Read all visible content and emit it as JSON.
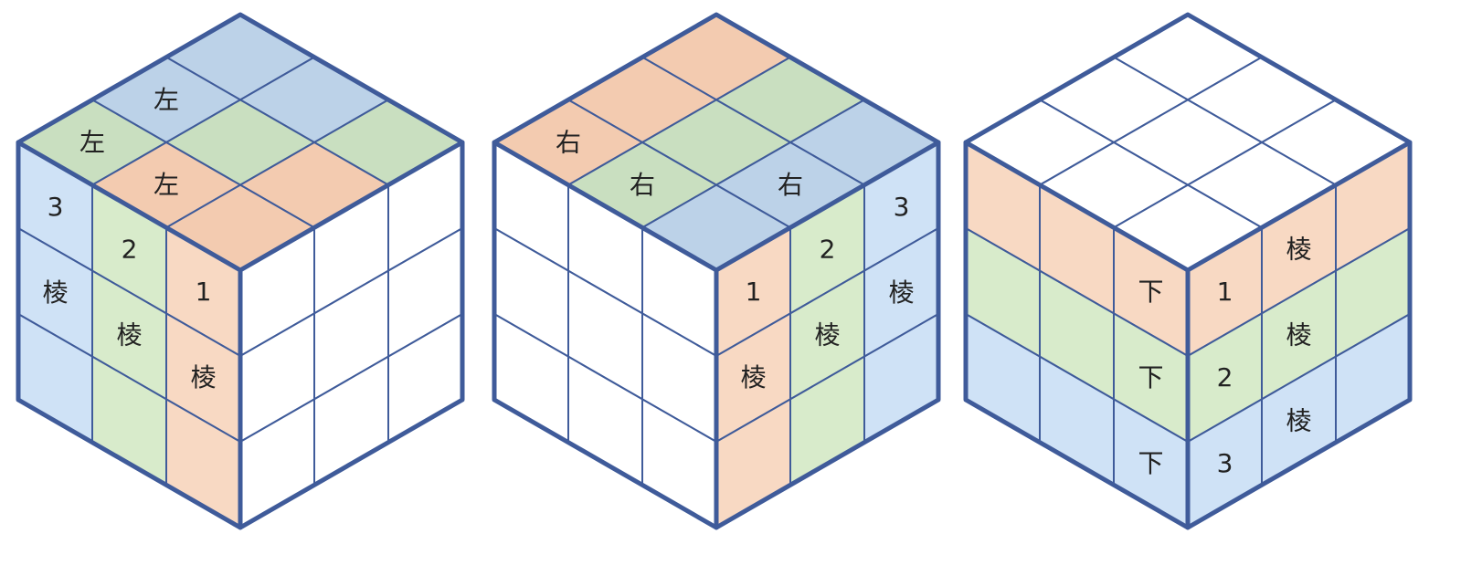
{
  "colors": {
    "stroke": "#3f5b9a",
    "blue_top": "#bcd2e8",
    "green_top": "#c9dfc0",
    "orange_top": "#f3cbb0",
    "blue_side": "#cfe2f6",
    "green_side": "#d8ebcb",
    "orange_side": "#f8d9c3",
    "white": "#ffffff",
    "text": "#222222"
  },
  "cubes": [
    {
      "name": "cube-left-edges",
      "top": {
        "fills": [
          [
            "blue",
            "blue",
            "green"
          ],
          [
            "blue",
            "green",
            "orange"
          ],
          [
            "green",
            "orange",
            "orange"
          ]
        ],
        "labels": [
          [
            "",
            "",
            ""
          ],
          [
            "左",
            "",
            ""
          ],
          [
            "左",
            "左",
            ""
          ]
        ],
        "label_cells": [
          [
            2,
            0
          ],
          [
            2,
            1
          ],
          [
            1,
            0
          ]
        ]
      },
      "left": {
        "fills": [
          [
            "blue",
            "green",
            "orange"
          ],
          [
            "blue",
            "green",
            "orange"
          ],
          [
            "blue",
            "green",
            "orange"
          ]
        ],
        "labels": [
          [
            "3",
            "2",
            "1"
          ],
          [
            "棱",
            "棱",
            "棱"
          ],
          [
            "",
            "",
            ""
          ]
        ]
      },
      "right": {
        "fills": [
          [
            "white",
            "white",
            "white"
          ],
          [
            "white",
            "white",
            "white"
          ],
          [
            "white",
            "white",
            "white"
          ]
        ],
        "labels": [
          [
            "",
            "",
            ""
          ],
          [
            "",
            "",
            ""
          ],
          [
            "",
            "",
            ""
          ]
        ]
      }
    },
    {
      "name": "cube-right-edges",
      "top": {
        "fills": [
          [
            "orange",
            "green",
            "blue"
          ],
          [
            "orange",
            "green",
            "blue"
          ],
          [
            "orange",
            "green",
            "blue"
          ]
        ],
        "labels": [
          [
            "",
            "",
            ""
          ],
          [
            "",
            "",
            "右"
          ],
          [
            "右",
            "右",
            ""
          ]
        ]
      },
      "left": {
        "fills": [
          [
            "white",
            "white",
            "white"
          ],
          [
            "white",
            "white",
            "white"
          ],
          [
            "white",
            "white",
            "white"
          ]
        ],
        "labels": [
          [
            "",
            "",
            ""
          ],
          [
            "",
            "",
            ""
          ],
          [
            "",
            "",
            ""
          ]
        ]
      },
      "right": {
        "fills": [
          [
            "orange",
            "green",
            "blue"
          ],
          [
            "orange",
            "green",
            "blue"
          ],
          [
            "orange",
            "green",
            "blue"
          ]
        ],
        "labels": [
          [
            "1",
            "2",
            "3"
          ],
          [
            "棱",
            "棱",
            "棱"
          ],
          [
            "",
            "",
            ""
          ]
        ]
      }
    },
    {
      "name": "cube-bottom-edges",
      "top": {
        "fills": [
          [
            "white",
            "white",
            "white"
          ],
          [
            "white",
            "white",
            "white"
          ],
          [
            "white",
            "white",
            "white"
          ]
        ],
        "labels": [
          [
            "",
            "",
            ""
          ],
          [
            "",
            "",
            ""
          ],
          [
            "",
            "",
            ""
          ]
        ]
      },
      "left": {
        "fills": [
          [
            "orange",
            "orange",
            "orange"
          ],
          [
            "green",
            "green",
            "green"
          ],
          [
            "blue",
            "blue",
            "blue"
          ]
        ],
        "labels": [
          [
            "",
            "",
            "下"
          ],
          [
            "",
            "",
            "下"
          ],
          [
            "",
            "",
            "下"
          ]
        ]
      },
      "right": {
        "fills": [
          [
            "orange",
            "orange",
            "orange"
          ],
          [
            "green",
            "green",
            "green"
          ],
          [
            "blue",
            "blue",
            "blue"
          ]
        ],
        "labels": [
          [
            "1",
            "棱",
            ""
          ],
          [
            "2",
            "棱",
            ""
          ],
          [
            "3",
            "棱",
            ""
          ]
        ]
      }
    }
  ]
}
